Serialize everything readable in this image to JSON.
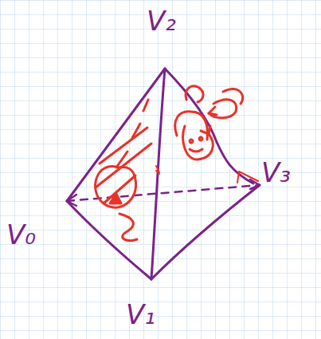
{
  "diagram": {
    "labels": [
      "V₂",
      "V₃",
      "V₀",
      "V₁"
    ]
  }
}
